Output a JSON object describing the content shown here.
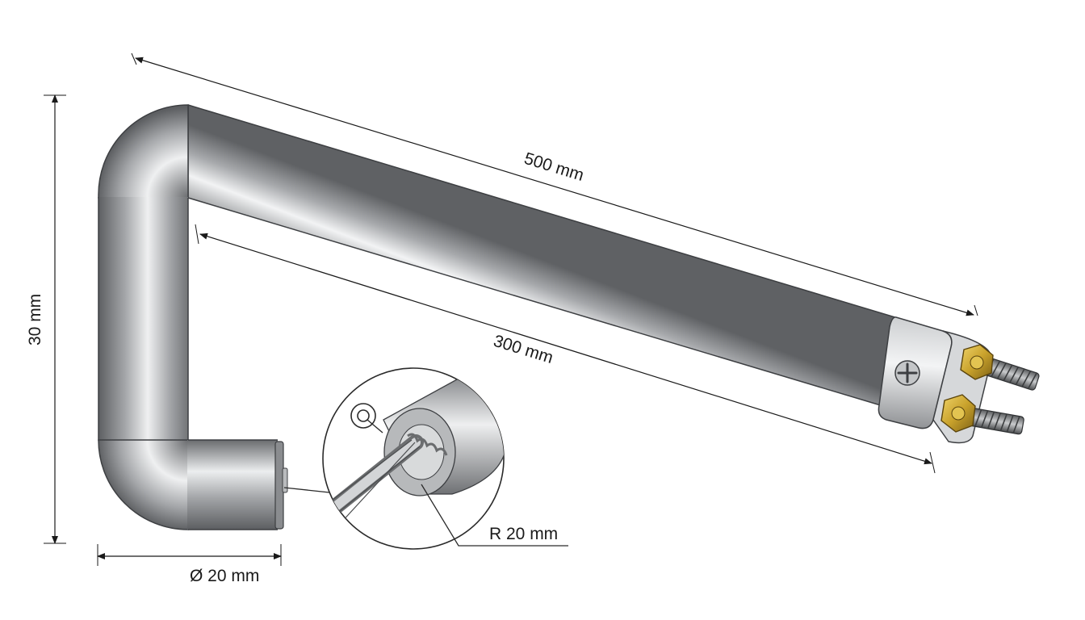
{
  "dimensions": {
    "overall_length": "500 mm",
    "inner_length": "300 mm",
    "height": "30 mm",
    "diameter": "Ø 20 mm",
    "bend_radius": "R 20 mm"
  },
  "colors": {
    "tube_dark": "#6e7073",
    "tube_mid": "#a9abae",
    "tube_light": "#eef0f2",
    "brass": "#c9a22c",
    "dimension_line": "#1a1a1a"
  },
  "icons": [
    "screw-head-icon",
    "wire-symbol-icon"
  ]
}
